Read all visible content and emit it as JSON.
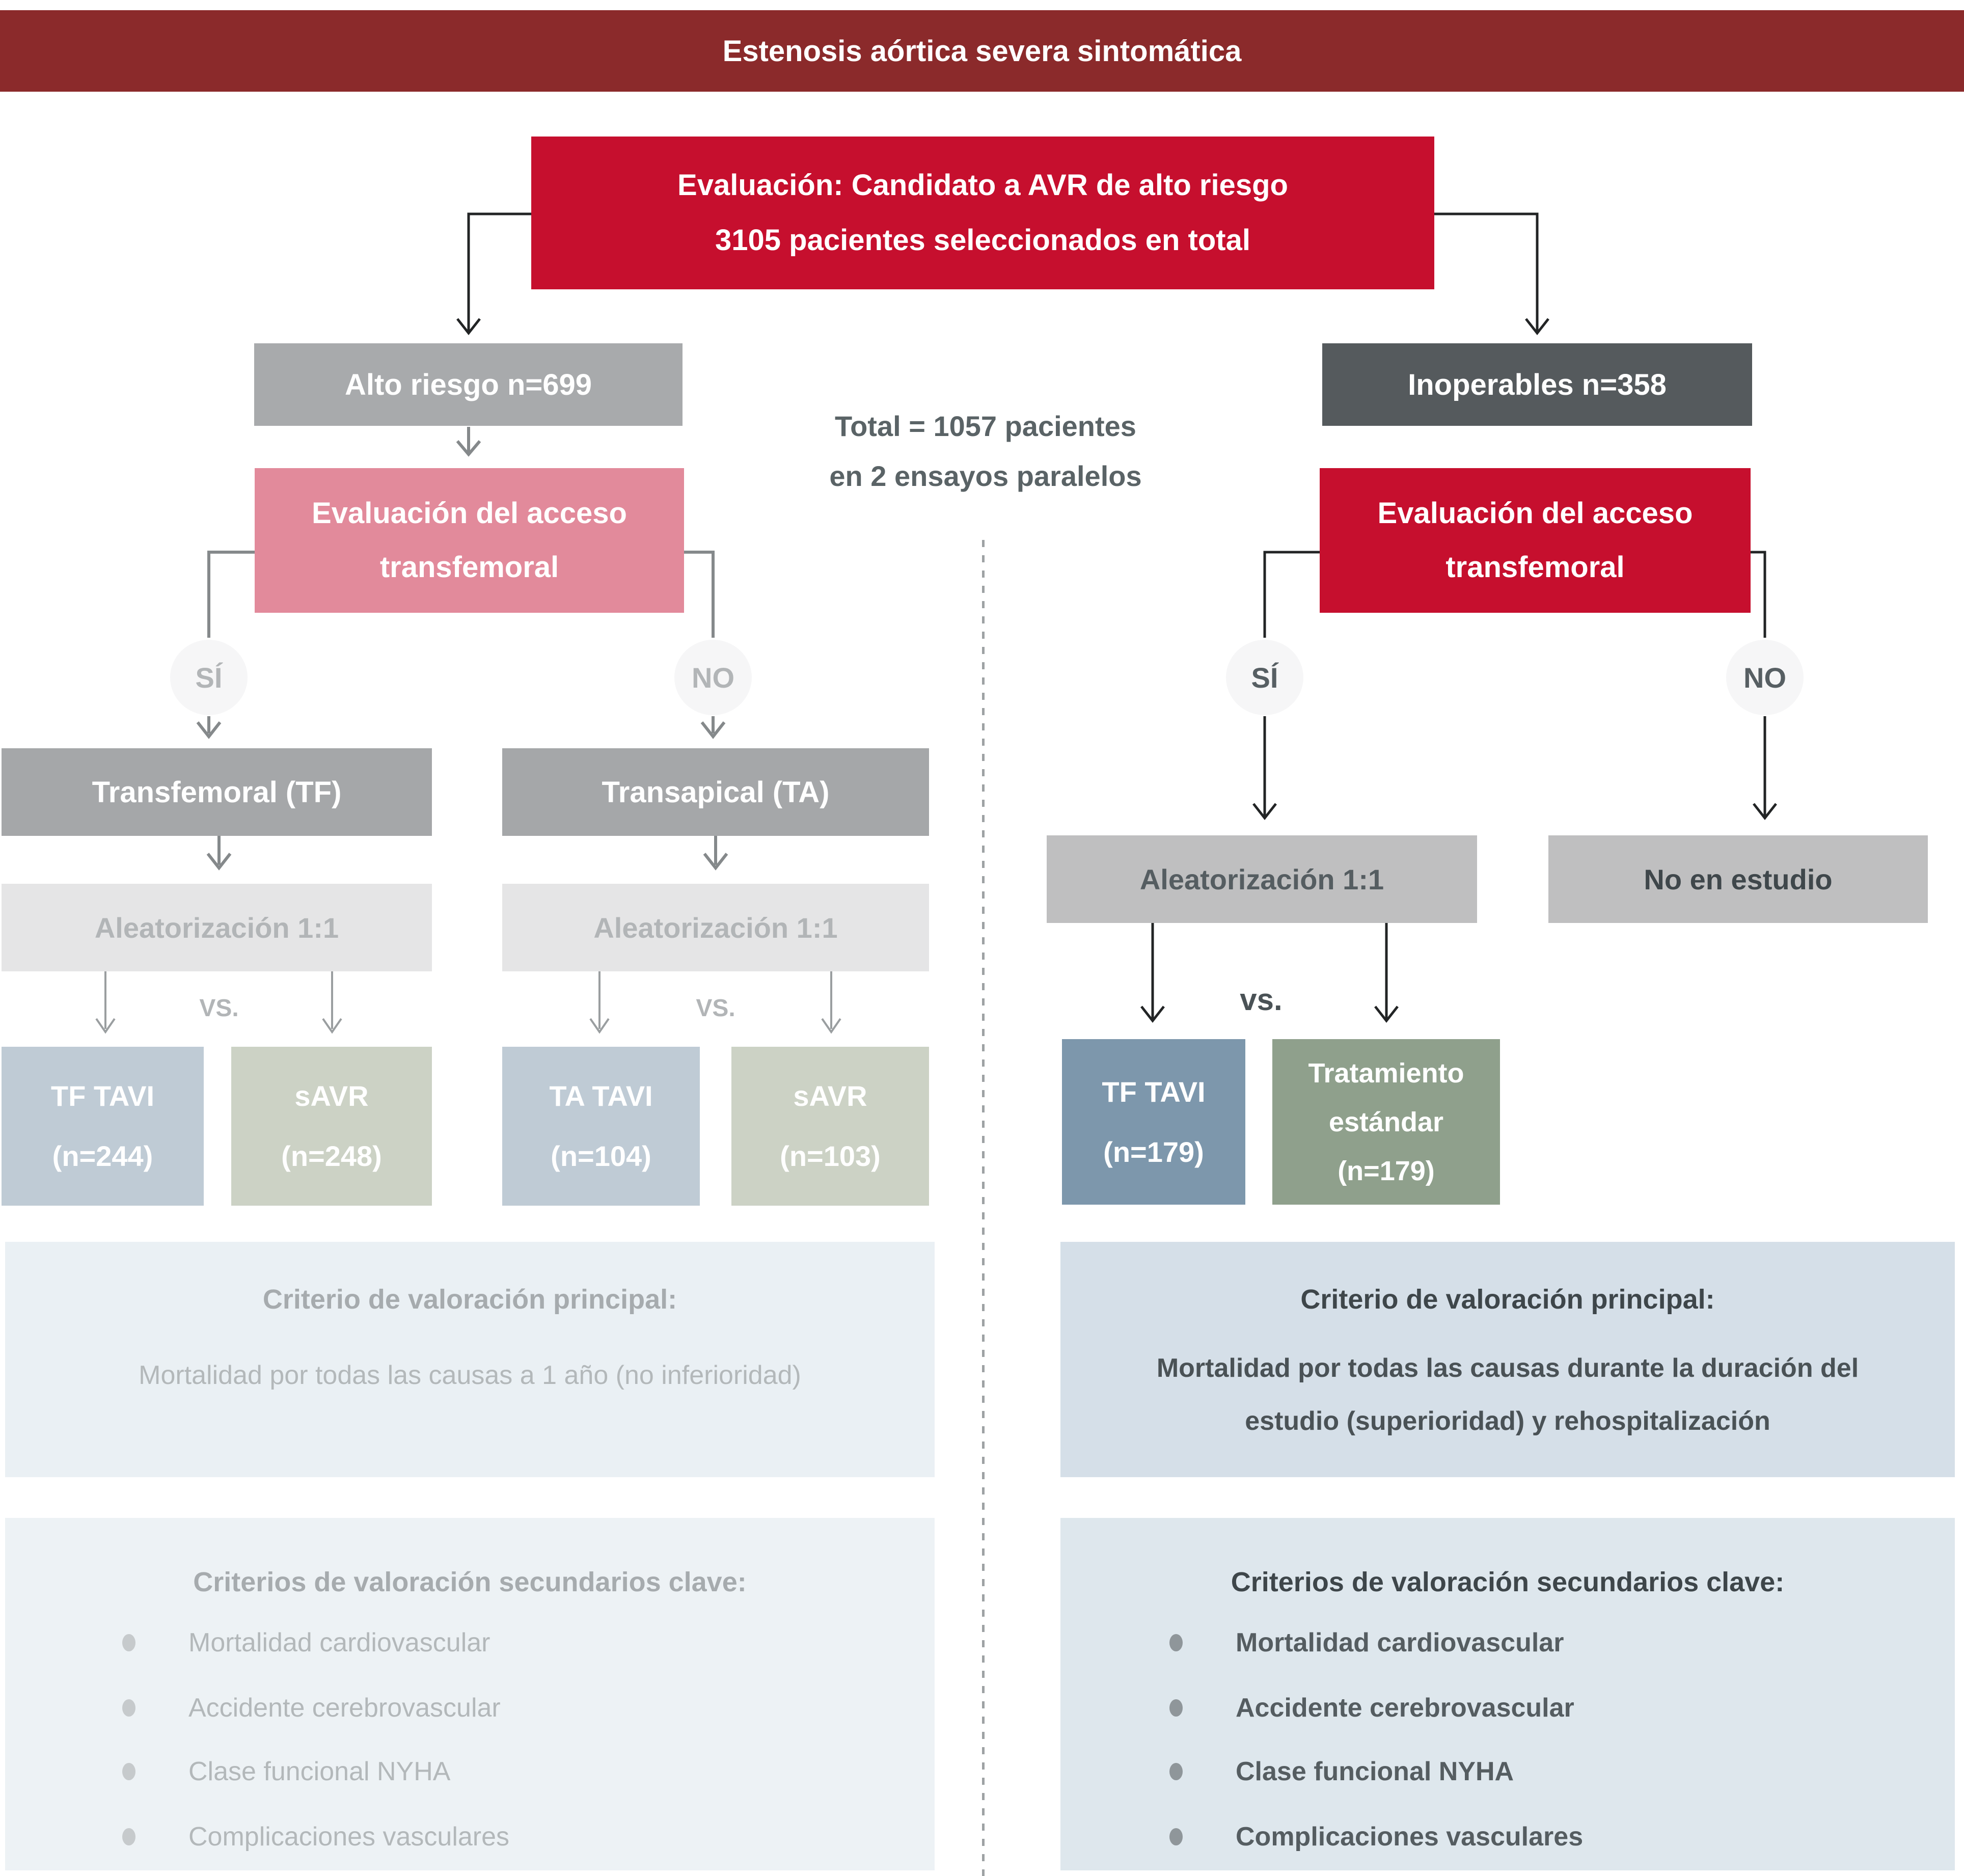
{
  "banner": {
    "title": "Estenosis aórtica severa sintomática"
  },
  "eval_box": {
    "line1": "Evaluación: Candidato a AVR de alto riesgo",
    "line2": "3105 pacientes seleccionados en total"
  },
  "totals": {
    "line1": "Total = 1057 pacientes",
    "line2": "en 2 ensayos paralelos"
  },
  "left": {
    "risk_box": "Alto riesgo n=699",
    "access_box": {
      "line1": "Evaluación del acceso",
      "line2": "transfemoral"
    },
    "yes_label": "SÍ",
    "no_label": "NO",
    "tf_box": "Transfemoral (TF)",
    "ta_box": "Transapical (TA)",
    "randomization1": "Aleatorización 1:1",
    "randomization2": "Aleatorización 1:1",
    "vs1": "VS.",
    "vs2": "VS.",
    "arm1": {
      "line1": "TF TAVI",
      "line2": "(n=244)"
    },
    "arm2": {
      "line1": "sAVR",
      "line2": "(n=248)"
    },
    "arm3": {
      "line1": "TA TAVI",
      "line2": "(n=104)"
    },
    "arm4": {
      "line1": "sAVR",
      "line2": "(n=103)"
    },
    "primary": {
      "heading": "Criterio de valoración principal:",
      "body1": "Mortalidad por todas las causas a 1 año (no inferioridad)"
    },
    "secondary": {
      "heading": "Criterios de valoración secundarios clave:",
      "items": [
        "Mortalidad cardiovascular",
        "Accidente cerebrovascular",
        "Clase funcional NYHA",
        "Complicaciones vasculares"
      ]
    }
  },
  "right": {
    "risk_box": "Inoperables n=358",
    "access_box": {
      "line1": "Evaluación del acceso",
      "line2": "transfemoral"
    },
    "yes_label": "SÍ",
    "no_label": "NO",
    "randomization": "Aleatorización 1:1",
    "not_in_study": "No en estudio",
    "vs": "vs.",
    "arm1": {
      "line1": "TF TAVI",
      "line2": "(n=179)"
    },
    "arm2": {
      "line1": "Tratamiento",
      "line2": "estándar",
      "line3": "(n=179)"
    },
    "primary": {
      "heading": "Criterio de valoración principal:",
      "body1": "Mortalidad por todas las causas durante la duración del",
      "body2": "estudio (superioridad) y rehospitalización"
    },
    "secondary": {
      "heading": "Criterios de valoración secundarios clave:",
      "items": [
        "Mortalidad cardiovascular",
        "Accidente cerebrovascular",
        "Clase funcional NYHA",
        "Complicaciones vasculares"
      ]
    }
  },
  "colors": {
    "maroon": "#8b2a2b",
    "crimson": "#c60f2e",
    "pink": "#e28a9b",
    "gray-mid": "#a8aaac",
    "slate-dark": "#555a5d",
    "gray-method": "#a5a7a9",
    "gray-strong": "#bfbfc0",
    "blue": "#7d97ac",
    "sage": "#8fa08c",
    "blue-faded": "#bfcbd5",
    "sage-faded": "#ccd2c5",
    "ink-mid": "#5a6366",
    "faded-text": "#b2b5b7"
  }
}
